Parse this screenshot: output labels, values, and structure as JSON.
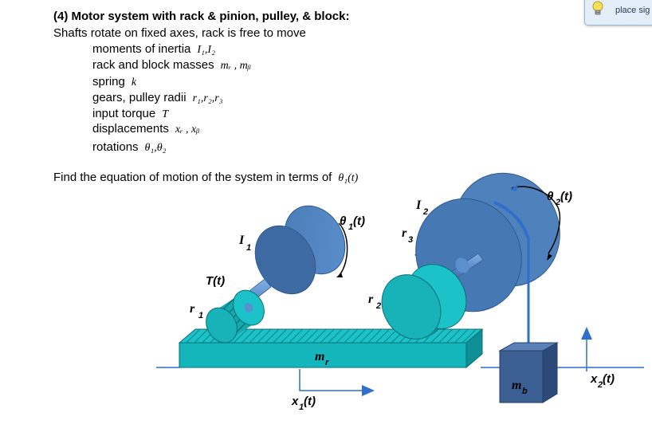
{
  "problem": {
    "title": "(4)  Motor system with rack & pinion, pulley, & block:",
    "subtitle": "Shafts rotate on fixed axes, rack is free to move",
    "items": [
      {
        "label": "moments of inertia",
        "symbol": "I₁,I₂"
      },
      {
        "label": "rack and block masses",
        "symbol": "mᵣ , mᵦ"
      },
      {
        "label": "spring",
        "symbol": "k"
      },
      {
        "label": "gears, pulley radii",
        "symbol": "r₁,r₂,r₃"
      },
      {
        "label": "input torque",
        "symbol": "T"
      },
      {
        "label": "displacements",
        "symbol": "xᵣ , xᵦ"
      },
      {
        "label": "rotations",
        "symbol": "θ₁,θ₂"
      }
    ],
    "find_text": "Find the equation of motion of the system in terms of",
    "find_symbol": "θ₁(t)"
  },
  "tooltip": {
    "text": "place sig",
    "icon": "lightbulb-icon"
  },
  "diagram": {
    "labels": {
      "torque": "T(t)",
      "r1": "r",
      "r1_sub": "1",
      "I1": "I",
      "I1_sub": "1",
      "theta1": "θ",
      "theta1_sub": "1",
      "theta1_arg": "(t)",
      "r2": "r",
      "r2_sub": "2",
      "r3": "r",
      "r3_sub": "3",
      "I2": "I",
      "I2_sub": "2",
      "theta2": "θ",
      "theta2_sub": "2",
      "theta2_arg": "(t)",
      "mr": "m",
      "mr_sub": "r",
      "x1": "x",
      "x1_sub": "1",
      "x1_arg": "(t)",
      "mb": "m",
      "mb_sub": "b",
      "x2": "x",
      "x2_sub": "2",
      "x2_arg": "(t)"
    },
    "colors": {
      "disk_blue": "#4f82bc",
      "disk_blue_dark": "#2d5a8e",
      "gear_teal": "#17b3b8",
      "rack_teal": "#14b6bc",
      "block_blue": "#3b5f93",
      "arrow_blue": "#2f6ec9",
      "ground_line": "#2f6ec9"
    }
  }
}
